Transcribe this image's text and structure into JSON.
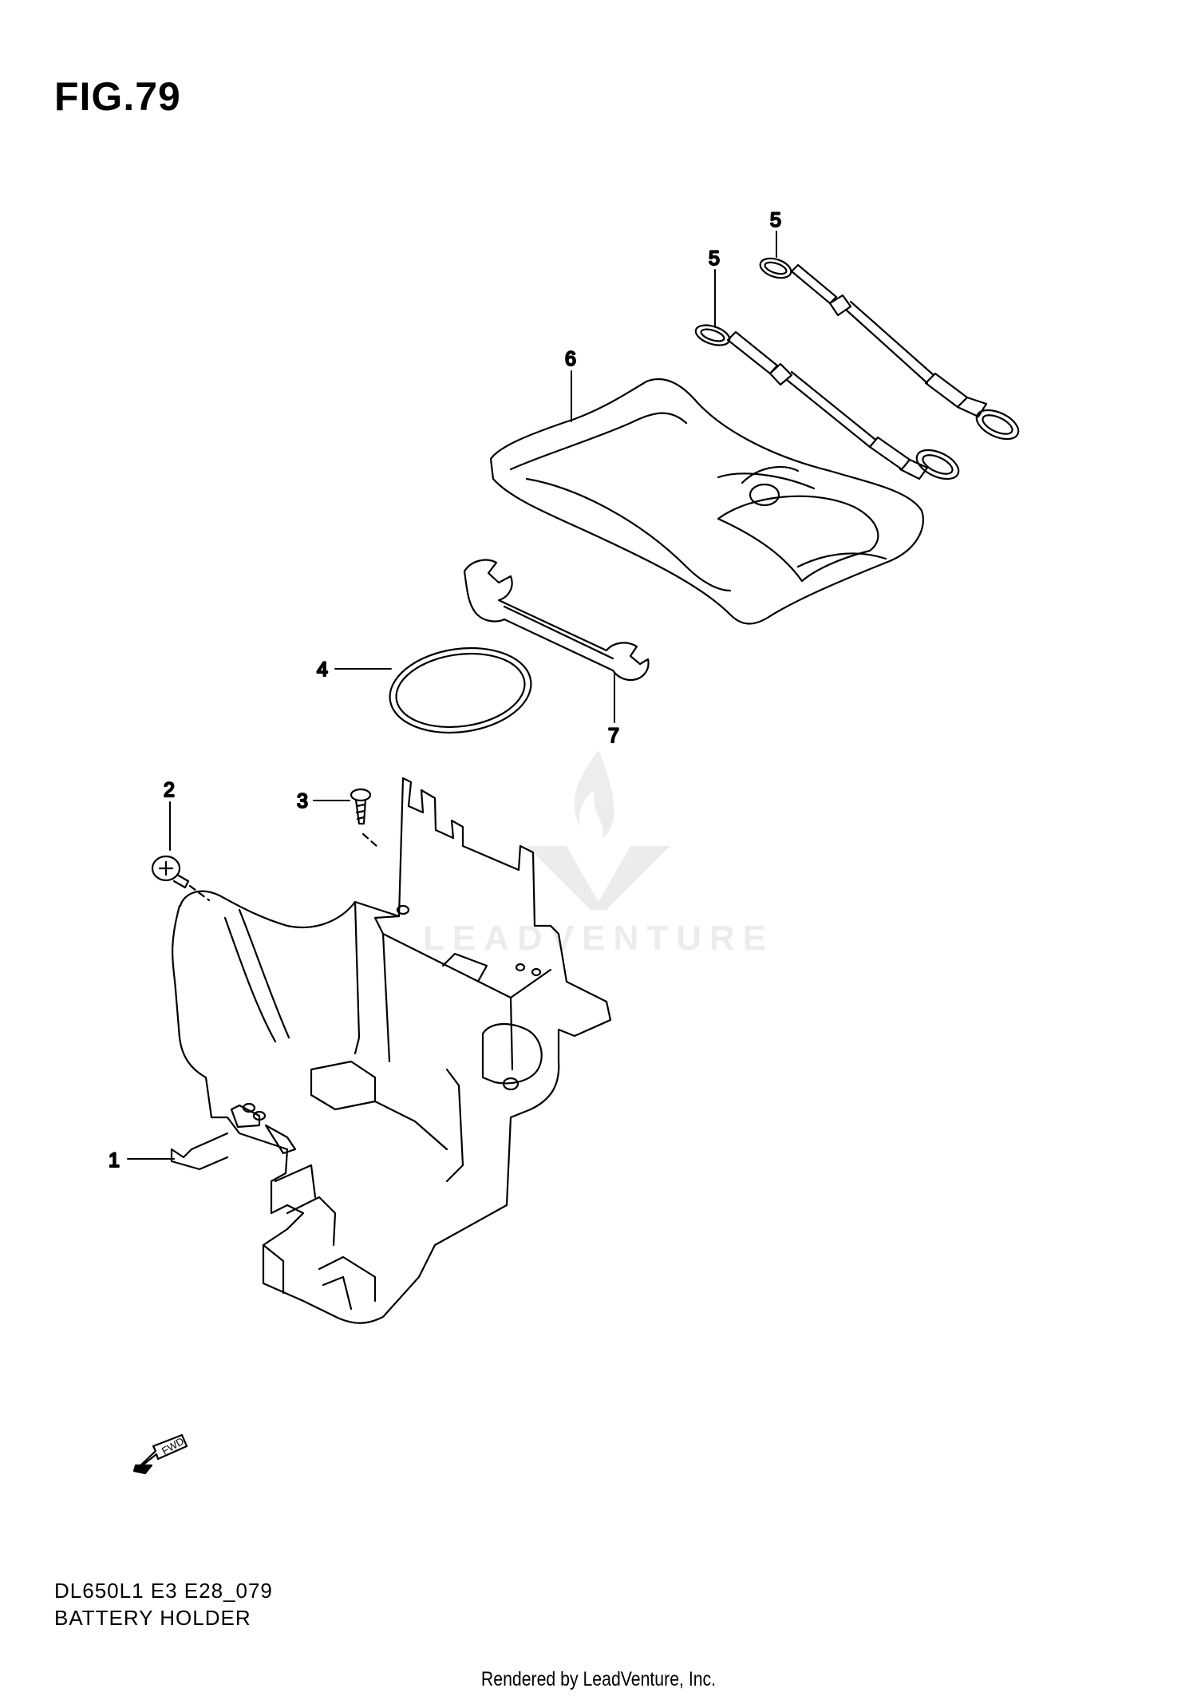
{
  "figure": {
    "title": "FIG.79"
  },
  "callouts": [
    {
      "id": "1",
      "label": "1"
    },
    {
      "id": "2",
      "label": "2"
    },
    {
      "id": "3",
      "label": "3"
    },
    {
      "id": "4",
      "label": "4"
    },
    {
      "id": "5a",
      "label": "5"
    },
    {
      "id": "5b",
      "label": "5"
    },
    {
      "id": "6",
      "label": "6"
    },
    {
      "id": "7",
      "label": "7"
    }
  ],
  "fwd_label": "FWD",
  "model_code": "DL650L1 E3 E28_079",
  "section_name": "BATTERY HOLDER",
  "credit": "Rendered by LeadVenture, Inc.",
  "watermark": "LEADVENTURE",
  "colors": {
    "line": "#000000",
    "background": "#ffffff"
  }
}
